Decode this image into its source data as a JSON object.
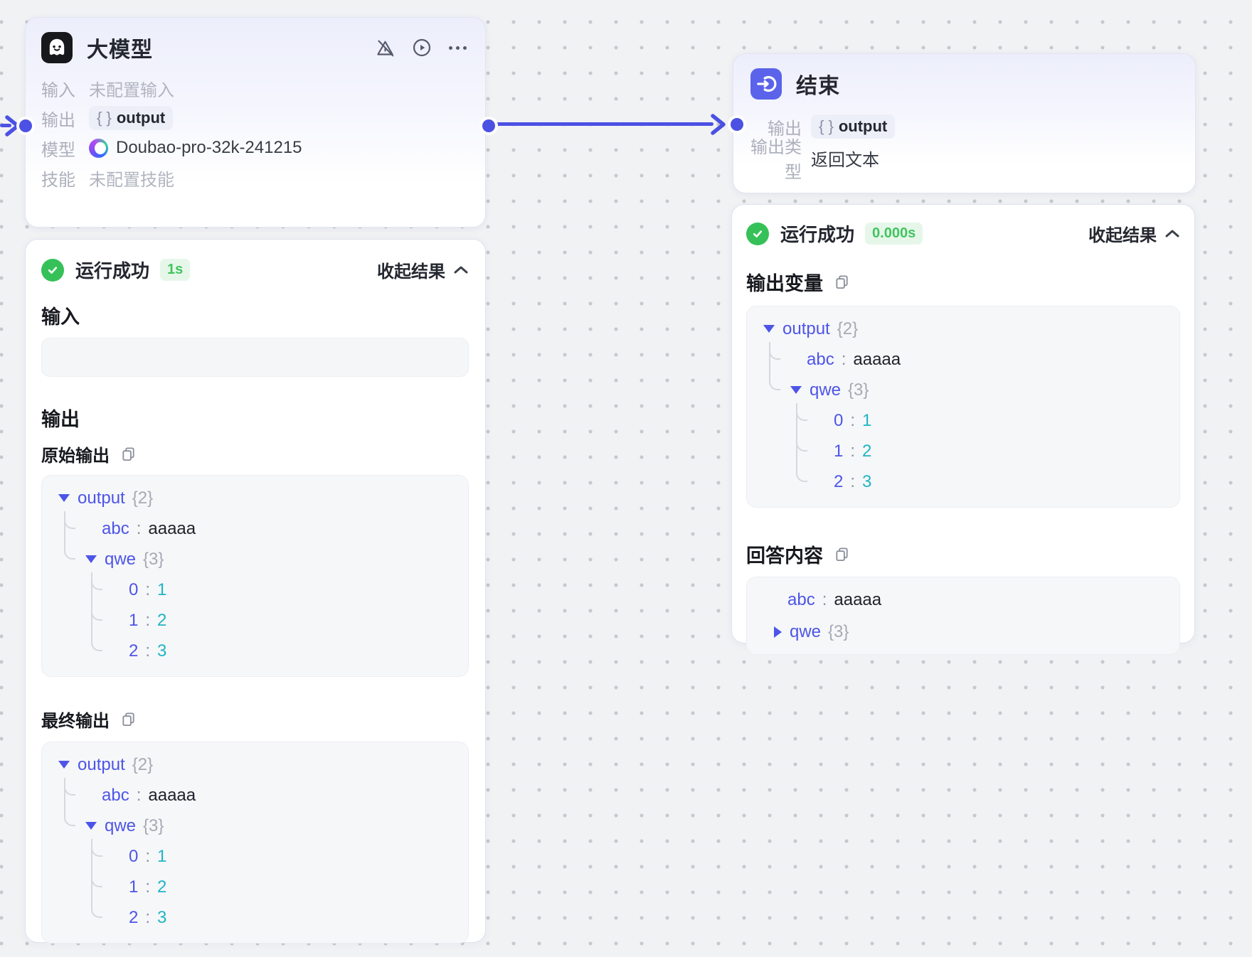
{
  "colors": {
    "accent_edge": "#4b51e3",
    "tree_key_blue": "#4d55e8",
    "tree_value_teal": "#1fb5c4",
    "success_green": "#35c158",
    "duration_badge_bg": "#e6f7ea",
    "canvas_bg": "#f1f2f4"
  },
  "llm_node": {
    "title": "大模型",
    "input_label": "输入",
    "input_value": "未配置输入",
    "output_label": "输出",
    "chip_braces": "{ }",
    "chip_text": "output",
    "model_label": "模型",
    "model_value": "Doubao-pro-32k-241215",
    "skill_label": "技能",
    "skill_value": "未配置技能"
  },
  "end_node": {
    "title": "结束",
    "output_label": "输出",
    "chip_braces": "{ }",
    "chip_text": "output",
    "output_type_label": "输出类型",
    "output_type_value": "返回文本"
  },
  "llm_result": {
    "status": "运行成功",
    "duration": "1s",
    "collapse_label": "收起结果",
    "input_heading": "输入",
    "output_heading": "输出",
    "raw_output_heading": "原始输出",
    "final_output_heading": "最终输出"
  },
  "end_result": {
    "status": "运行成功",
    "duration": "0.000s",
    "collapse_label": "收起结果",
    "output_vars_heading": "输出变量",
    "answer_heading": "回答内容"
  },
  "tree": {
    "root_key": "output",
    "root_badge": "{2}",
    "colon": ":",
    "abc_key": "abc",
    "abc_value": "aaaaa",
    "qwe_key": "qwe",
    "qwe_badge": "{3}",
    "idx0": "0",
    "val0": "1",
    "idx1": "1",
    "val1": "2",
    "idx2": "2",
    "val2": "3"
  },
  "answer": {
    "abc_key": "abc",
    "colon": ":",
    "abc_value": "aaaaa",
    "qwe_key": "qwe",
    "qwe_badge": "{3}"
  }
}
